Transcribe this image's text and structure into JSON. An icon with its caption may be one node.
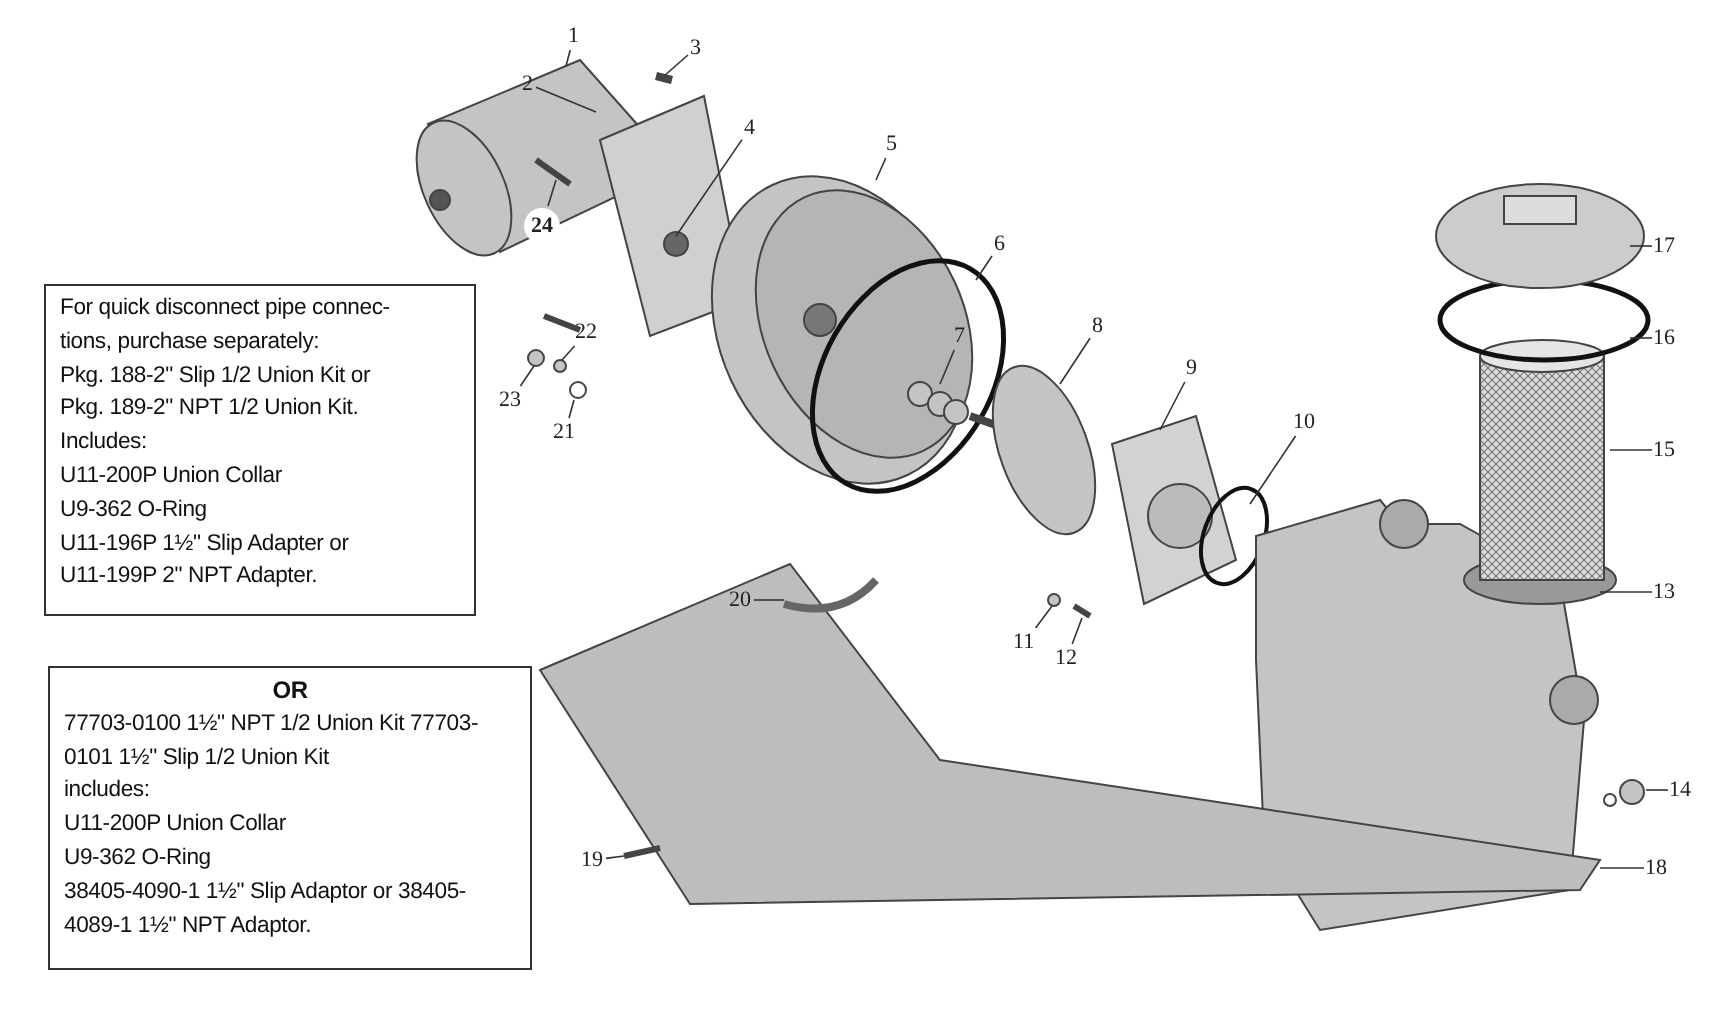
{
  "diagram": {
    "nodes": [
      {
        "text": [
          "1"
        ]
      },
      {
        "text": [
          "2"
        ]
      },
      {
        "text": [
          "3"
        ]
      },
      {
        "text": [
          "4"
        ]
      },
      {
        "text": [
          "5"
        ]
      },
      {
        "text": [
          "6"
        ]
      },
      {
        "text": [
          "7"
        ]
      },
      {
        "text": [
          "8"
        ]
      },
      {
        "text": [
          "9"
        ]
      },
      {
        "text": [
          "10"
        ]
      },
      {
        "text": [
          "11"
        ]
      },
      {
        "text": [
          "12"
        ]
      },
      {
        "text": [
          "13"
        ]
      },
      {
        "text": [
          "14"
        ]
      },
      {
        "text": [
          "15"
        ]
      },
      {
        "text": [
          "16"
        ]
      },
      {
        "text": [
          "17"
        ]
      },
      {
        "text": [
          "18"
        ]
      },
      {
        "text": [
          "19"
        ]
      },
      {
        "text": [
          "20"
        ]
      },
      {
        "text": [
          "21"
        ]
      },
      {
        "text": [
          "22"
        ]
      },
      {
        "text": [
          "23"
        ]
      },
      {
        "text": [
          "24"
        ]
      },
      {
        "text": [
          "For quick disconnect pipe connec-",
          "tions, purchase separately:",
          "Pkg. 188-2\" Slip 1/2 Union Kit or",
          "Pkg. 189-2\" NPT 1/2 Union Kit.",
          "Includes:",
          "U11-200P Union Collar",
          "U9-362 O-Ring",
          "U11-196P 1½\" Slip Adapter or",
          "U11-199P 2\" NPT Adapter."
        ]
      },
      {
        "text": [
          "OR",
          "77703-0100 1½\" NPT 1/2 Union Kit 77703-",
          "0101 1½\" Slip 1/2 Union Kit",
          "includes:",
          "U11-200P Union Collar",
          "U9-362 O-Ring",
          "38405-4090-1 1½\" Slip Adaptor or 38405-",
          "4089-1 1½\" NPT Adaptor."
        ]
      }
    ],
    "edges": [
      {
        "from": 0,
        "to": null,
        "arrow": "none"
      },
      {
        "from": 1,
        "to": null,
        "arrow": "none"
      },
      {
        "from": 2,
        "to": null,
        "arrow": "none"
      },
      {
        "from": 3,
        "to": null,
        "arrow": "none"
      },
      {
        "from": 4,
        "to": null,
        "arrow": "none"
      },
      {
        "from": 5,
        "to": null,
        "arrow": "none"
      },
      {
        "from": 6,
        "to": null,
        "arrow": "none"
      },
      {
        "from": 7,
        "to": null,
        "arrow": "none"
      },
      {
        "from": 8,
        "to": null,
        "arrow": "none"
      },
      {
        "from": 9,
        "to": null,
        "arrow": "none"
      },
      {
        "from": 10,
        "to": null,
        "arrow": "none"
      },
      {
        "from": 11,
        "to": null,
        "arrow": "none"
      },
      {
        "from": 12,
        "to": null,
        "arrow": "none"
      },
      {
        "from": 13,
        "to": null,
        "arrow": "none"
      },
      {
        "from": 14,
        "to": null,
        "arrow": "none"
      },
      {
        "from": 15,
        "to": null,
        "arrow": "none"
      },
      {
        "from": 16,
        "to": null,
        "arrow": "none"
      },
      {
        "from": 17,
        "to": null,
        "arrow": "none"
      },
      {
        "from": 18,
        "to": null,
        "arrow": "none"
      },
      {
        "from": 19,
        "to": null,
        "arrow": "none"
      },
      {
        "from": 20,
        "to": null,
        "arrow": "none"
      },
      {
        "from": 21,
        "to": null,
        "arrow": "none"
      },
      {
        "from": 22,
        "to": null,
        "arrow": "none"
      },
      {
        "from": 23,
        "to": null,
        "arrow": "none"
      }
    ]
  }
}
